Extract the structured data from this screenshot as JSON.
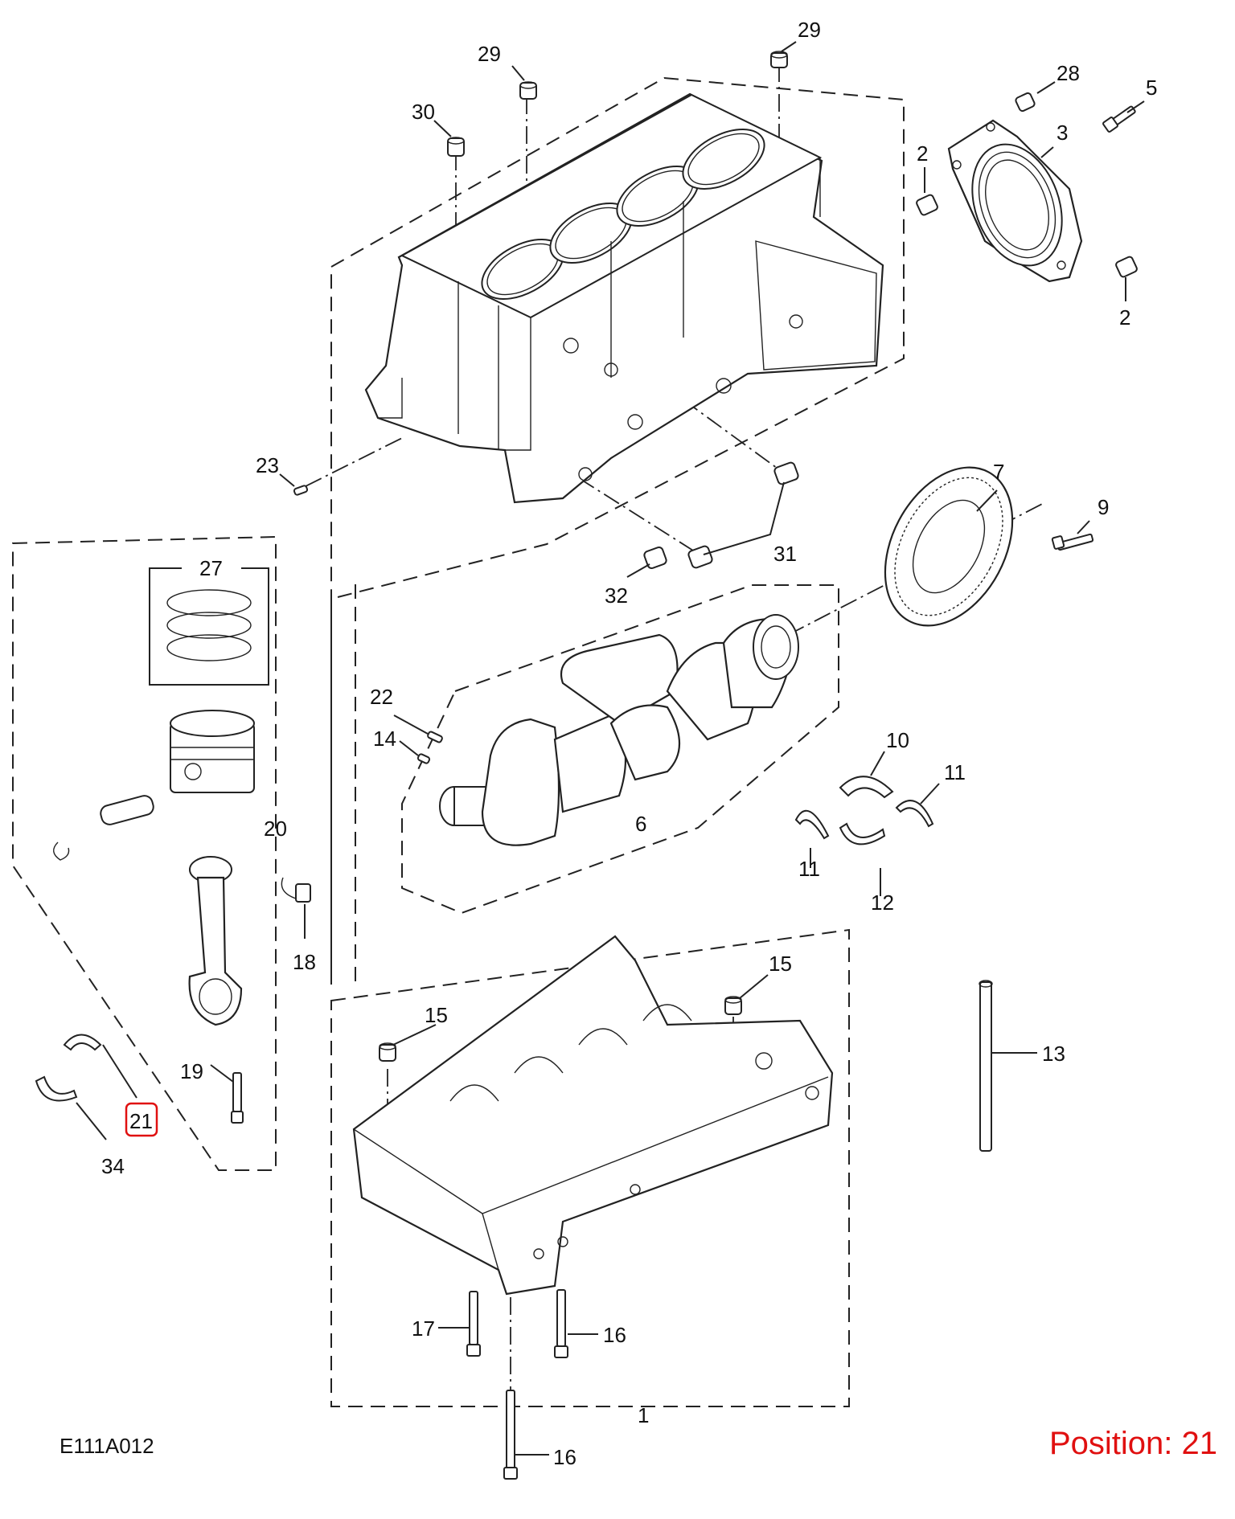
{
  "diagram_code": "E111A012",
  "position_label": "Position: 21",
  "highlight_color": "#e01010",
  "callouts": [
    {
      "id": "29a",
      "text": "29"
    },
    {
      "id": "29b",
      "text": "29"
    },
    {
      "id": "30",
      "text": "30"
    },
    {
      "id": "28",
      "text": "28"
    },
    {
      "id": "5",
      "text": "5"
    },
    {
      "id": "3",
      "text": "3"
    },
    {
      "id": "2a",
      "text": "2"
    },
    {
      "id": "2b",
      "text": "2"
    },
    {
      "id": "23",
      "text": "23"
    },
    {
      "id": "27",
      "text": "27"
    },
    {
      "id": "7",
      "text": "7"
    },
    {
      "id": "9",
      "text": "9"
    },
    {
      "id": "31",
      "text": "31"
    },
    {
      "id": "32",
      "text": "32"
    },
    {
      "id": "22",
      "text": "22"
    },
    {
      "id": "14",
      "text": "14"
    },
    {
      "id": "10",
      "text": "10"
    },
    {
      "id": "11a",
      "text": "11"
    },
    {
      "id": "11b",
      "text": "11"
    },
    {
      "id": "12",
      "text": "12"
    },
    {
      "id": "6",
      "text": "6"
    },
    {
      "id": "20",
      "text": "20"
    },
    {
      "id": "18",
      "text": "18"
    },
    {
      "id": "15a",
      "text": "15"
    },
    {
      "id": "15b",
      "text": "15"
    },
    {
      "id": "13",
      "text": "13"
    },
    {
      "id": "19",
      "text": "19"
    },
    {
      "id": "21",
      "text": "21"
    },
    {
      "id": "34",
      "text": "34"
    },
    {
      "id": "17",
      "text": "17"
    },
    {
      "id": "16a",
      "text": "16"
    },
    {
      "id": "16b",
      "text": "16"
    },
    {
      "id": "1",
      "text": "1"
    }
  ]
}
